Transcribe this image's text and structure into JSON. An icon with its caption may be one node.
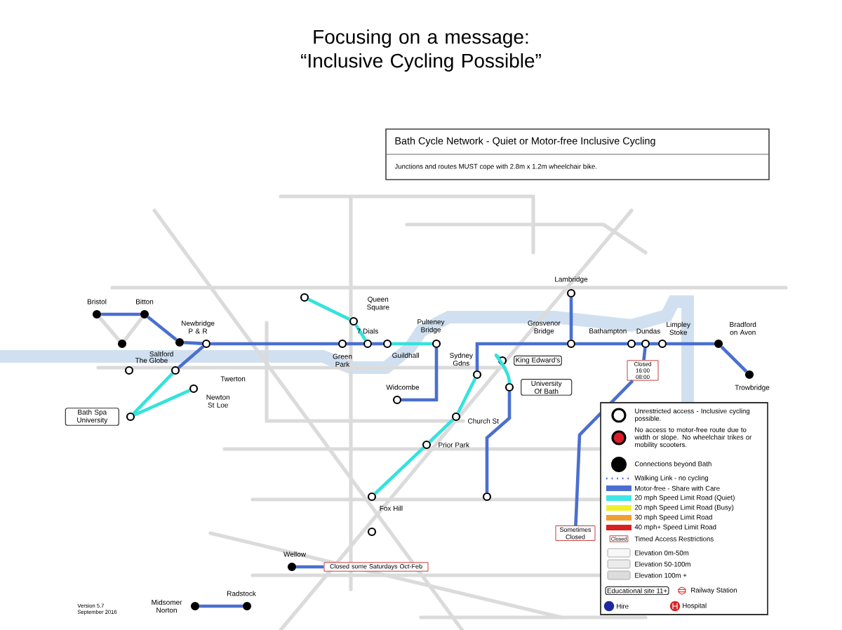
{
  "diagram": {
    "title": "Focusing on a message: “Inclusive Cycling Possible”",
    "nodes": [
      {
        "text": [],
        "shape": "circle",
        "beside": [
          "Bristol"
        ]
      },
      {
        "text": [],
        "shape": "circle",
        "beside": [
          "Bitton"
        ]
      },
      {
        "text": [],
        "shape": "circle"
      },
      {
        "text": [],
        "shape": "circle",
        "beside": [
          "Saltford"
        ]
      },
      {
        "text": [],
        "shape": "circle",
        "beside": [
          "Newbridge P & R"
        ]
      },
      {
        "text": [],
        "shape": "circle",
        "beside": [
          "The Globe"
        ]
      },
      {
        "text": [],
        "shape": "circle"
      },
      {
        "text": [],
        "shape": "circle",
        "beside": [
          "Newton St Loe"
        ]
      },
      {
        "text": [],
        "shape": "circle",
        "beside": [
          "Bath Spa University"
        ]
      },
      {
        "text": [],
        "shape": "circle"
      },
      {
        "text": [],
        "shape": "circle",
        "beside": [
          "Queen Square"
        ]
      },
      {
        "text": [],
        "shape": "circle",
        "beside": [
          "Green Park"
        ]
      },
      {
        "text": [],
        "shape": "circle",
        "beside": [
          "7 Dials"
        ]
      },
      {
        "text": [],
        "shape": "circle",
        "beside": [
          "Guildhall"
        ]
      },
      {
        "text": [],
        "shape": "circle",
        "beside": [
          "Pulteney Bridge"
        ]
      },
      {
        "text": [],
        "shape": "circle",
        "beside": [
          "Widcombe"
        ]
      },
      {
        "text": [],
        "shape": "circle",
        "beside": [
          "Sydney Gdns"
        ]
      },
      {
        "text": [],
        "shape": "circle",
        "beside": [
          "King Edward's"
        ]
      },
      {
        "text": [],
        "shape": "circle",
        "beside": [
          "University Of Bath"
        ]
      },
      {
        "text": [],
        "shape": "circle",
        "beside": [
          "Church St"
        ]
      },
      {
        "text": [],
        "shape": "circle",
        "beside": [
          "Prior Park"
        ]
      },
      {
        "text": [],
        "shape": "circle",
        "beside": [
          "Fox Hill"
        ]
      },
      {
        "text": [],
        "shape": "circle"
      },
      {
        "text": [],
        "shape": "circle"
      },
      {
        "text": [],
        "shape": "circle",
        "beside": [
          "Lambridge"
        ]
      },
      {
        "text": [],
        "shape": "circle",
        "beside": [
          "Grosvenor Bridge"
        ]
      },
      {
        "text": [],
        "shape": "circle",
        "beside": [
          "Bathampton"
        ]
      },
      {
        "text": [],
        "shape": "circle",
        "beside": [
          "Dundas"
        ]
      },
      {
        "text": [],
        "shape": "circle",
        "beside": [
          "Limpley Stoke"
        ]
      },
      {
        "text": [],
        "shape": "circle",
        "beside": [
          "Bradford on Avon"
        ]
      },
      {
        "text": [],
        "shape": "circle",
        "beside": [
          "Trowbridge"
        ]
      },
      {
        "text": [],
        "shape": "circle",
        "beside": [
          "Wellow"
        ]
      },
      {
        "text": [],
        "shape": "circle",
        "beside": [
          "Radstock"
        ]
      },
      {
        "text": [],
        "shape": "circle",
        "beside": [
          "Midsomer Norton"
        ]
      },
      {
        "text": [
          "Closed 16:00 08:00"
        ]
      },
      {
        "text": [
          "Sometimes Closed"
        ]
      },
      {
        "text": [
          "Closed some Saturdays Oct-Feb"
        ]
      }
    ],
    "edges": [
      {
        "from": 0,
        "to": 1,
        "arrow": "none"
      },
      {
        "from": 1,
        "to": 3,
        "arrow": "none"
      },
      {
        "from": 3,
        "to": 4,
        "arrow": "none"
      },
      {
        "from": 4,
        "to": 5,
        "arrow": "none"
      },
      {
        "from": 4,
        "to": 11,
        "arrow": "none"
      },
      {
        "from": 5,
        "to": 8,
        "arrow": "none",
        "color": "#33e3dc"
      },
      {
        "from": 8,
        "to": 7,
        "arrow": "none",
        "color": "#33e3dc"
      },
      {
        "from": 9,
        "to": 10,
        "arrow": "none",
        "color": "#33e3dc"
      },
      {
        "from": 10,
        "to": 12,
        "arrow": "none",
        "color": "#33e3dc"
      },
      {
        "from": 11,
        "to": 12,
        "arrow": "none"
      },
      {
        "from": 12,
        "to": 13,
        "arrow": "none"
      },
      {
        "from": 13,
        "to": 14,
        "arrow": "none",
        "color": "#33e3dc"
      },
      {
        "from": 14,
        "to": 15,
        "arrow": "none"
      },
      {
        "from": 16,
        "to": 25,
        "arrow": "none"
      },
      {
        "from": 17,
        "to": 18,
        "arrow": "none",
        "color": "#33e3dc"
      },
      {
        "from": 16,
        "to": 19,
        "arrow": "none",
        "color": "#33e3dc"
      },
      {
        "from": 19,
        "to": 20,
        "arrow": "none",
        "color": "#33e3dc"
      },
      {
        "from": 20,
        "to": 21,
        "arrow": "none",
        "color": "#33e3dc"
      },
      {
        "from": 18,
        "to": 22,
        "arrow": "none"
      },
      {
        "from": 24,
        "to": 25,
        "arrow": "none"
      },
      {
        "from": 25,
        "to": 26,
        "arrow": "none"
      },
      {
        "from": 26,
        "to": 27,
        "arrow": "none"
      },
      {
        "from": 27,
        "to": 28,
        "arrow": "none"
      },
      {
        "from": 28,
        "to": 29,
        "arrow": "none"
      },
      {
        "from": 29,
        "to": 30,
        "arrow": "none"
      },
      {
        "from": 27,
        "to": 34,
        "arrow": "none"
      },
      {
        "from": 34,
        "to": 35,
        "arrow": "none"
      },
      {
        "from": 31,
        "to": 36,
        "arrow": "none"
      },
      {
        "from": 33,
        "to": 32,
        "arrow": "none"
      }
    ],
    "labels": [
      "Bath Cycle Network - Quiet or Motor-free Inclusive Cycling",
      "Junctions and routes MUST cope with 2.8m x 1.2m wheelchair bike.",
      "Twerton",
      "Closed",
      "Educational site 11+",
      "Version 5.7",
      "September 2016"
    ],
    "legend": [
      {
        "text": "Unrestricted access - Inclusive cycling possible."
      },
      {
        "text": "No access to motor-free route due to width or slope. No wheelchair trikes or mobility scooters."
      },
      {
        "text": "Connections beyond Bath"
      },
      {
        "text": "Walking Link - no cycling"
      },
      {
        "text": "Motor-free - Share with Care",
        "color": "#4a6fd0"
      },
      {
        "text": "20 mph Speed Limit Road (Quiet)",
        "color": "#40e6e6"
      },
      {
        "text": "20 mph Speed Limit Road (Busy)",
        "color": "#f2ef2a"
      },
      {
        "text": "30 mph Speed Limit Road",
        "color": "#f0a030"
      },
      {
        "text": "40 mph+ Speed Limit Road",
        "color": "#d82020"
      },
      {
        "text": "Timed Access Restrictions"
      },
      {
        "text": "Elevation 0m-50m",
        "color": "#f7f7f7"
      },
      {
        "text": "Elevation 50-100m",
        "color": "#ebebeb"
      },
      {
        "text": "Elevation 100m +",
        "color": "#dcdcdc"
      },
      {
        "text": "Railway Station"
      },
      {
        "text": "Hire"
      },
      {
        "text": "Hospital"
      }
    ]
  }
}
